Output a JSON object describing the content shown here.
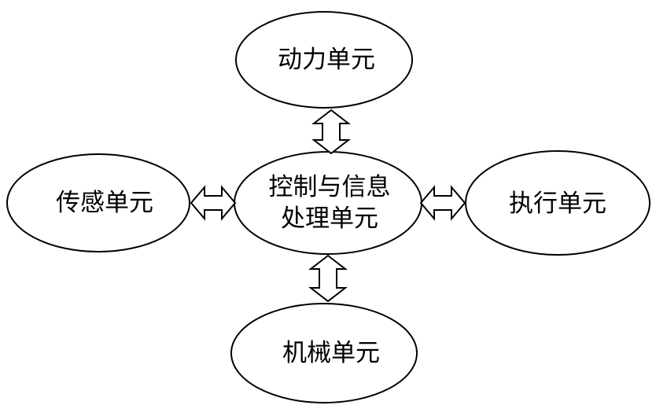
{
  "diagram": {
    "nodes": {
      "power": {
        "label": "动力单元"
      },
      "sensing": {
        "label": "传感单元"
      },
      "control": {
        "line1": "控制与信息",
        "line2": "处理单元"
      },
      "execution": {
        "label": "执行单元"
      },
      "mechanical": {
        "label": "机械单元"
      }
    },
    "edges": [
      {
        "from": "control",
        "to": "power",
        "style": "double-headed hollow arrow"
      },
      {
        "from": "control",
        "to": "sensing",
        "style": "double-headed hollow arrow"
      },
      {
        "from": "control",
        "to": "execution",
        "style": "double-headed hollow arrow"
      },
      {
        "from": "control",
        "to": "mechanical",
        "style": "double-headed hollow arrow"
      }
    ]
  }
}
